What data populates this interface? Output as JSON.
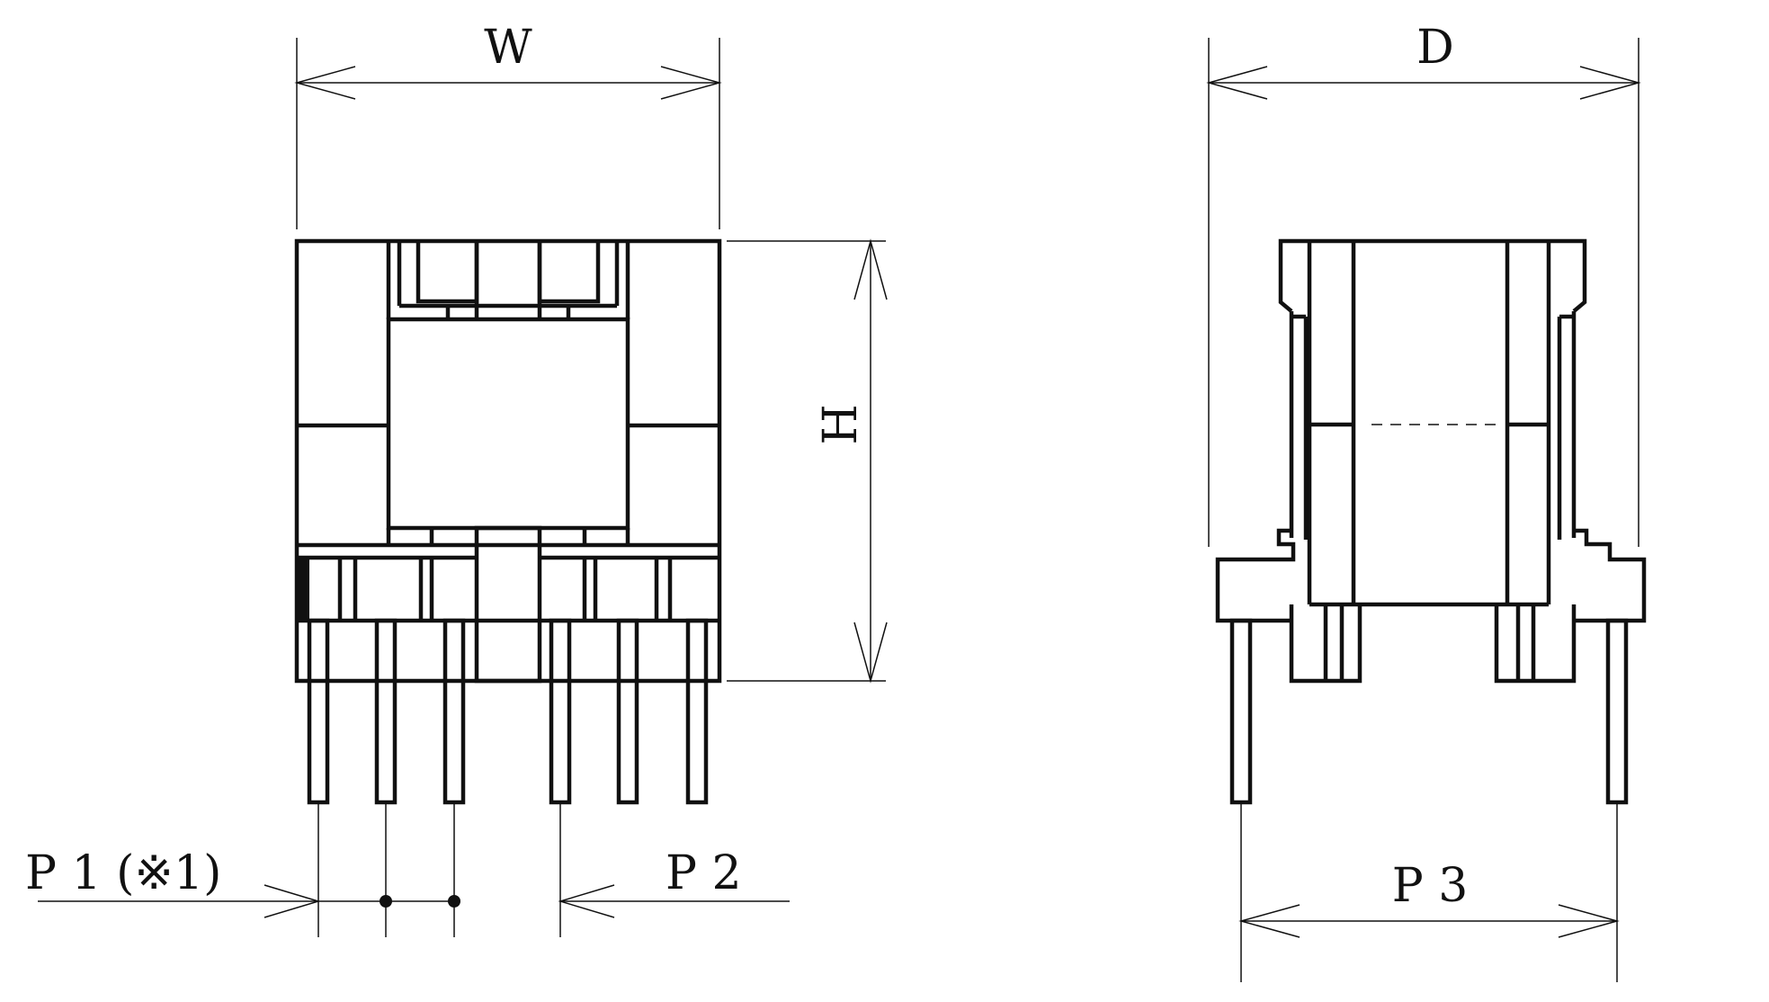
{
  "labels": {
    "width": "W",
    "height": "H",
    "depth": "D",
    "pitch1": "P 1 (※1)",
    "pitch2": "P 2",
    "pitch3": "P 3"
  },
  "colors": {
    "line": "#111111",
    "background": "#ffffff"
  }
}
